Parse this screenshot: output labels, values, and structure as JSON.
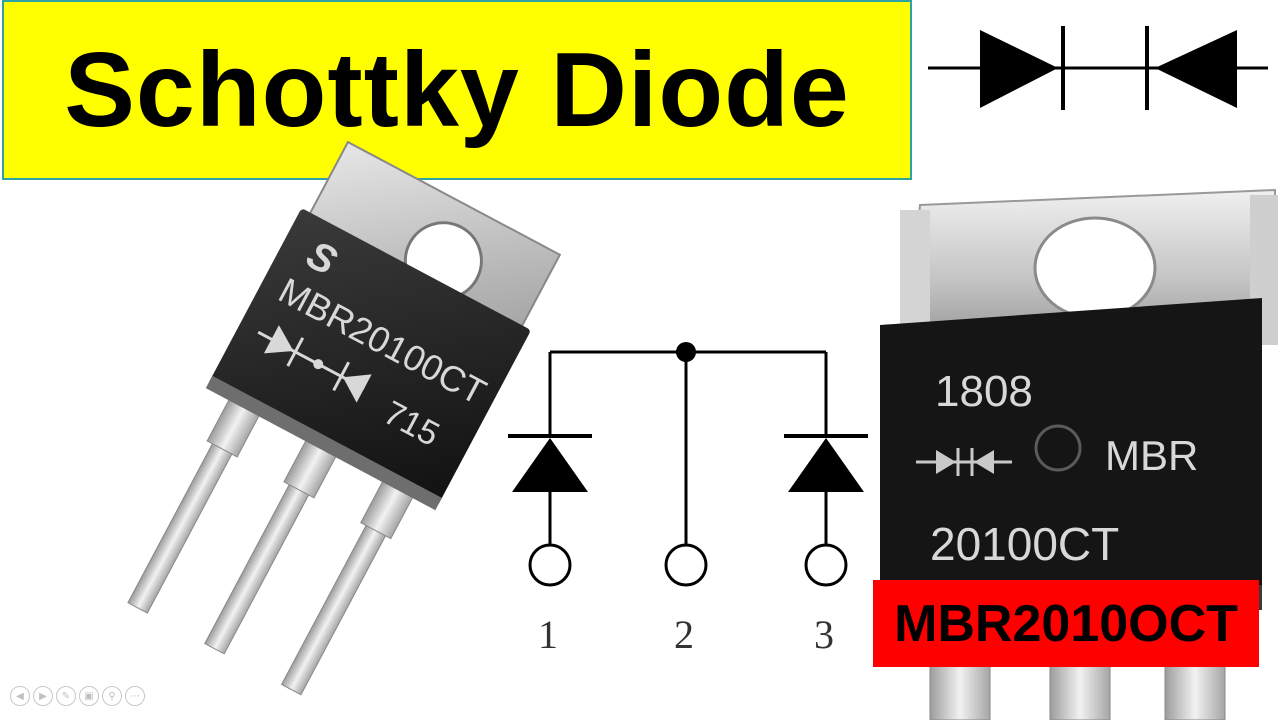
{
  "title": "Schottky Diode",
  "part_number_banner": "MBR2010OCT",
  "left_package": {
    "logo_glyph": "S",
    "marking_line1": "MBR20100CT",
    "marking_line2": "715"
  },
  "right_package": {
    "marking_line1": "1808",
    "marking_line2": "MBR",
    "marking_line3": "20100CT"
  },
  "schematic": {
    "pins": [
      "1",
      "2",
      "3"
    ]
  },
  "nav_icons": [
    "prev-icon",
    "next-icon",
    "pen-icon",
    "slides-icon",
    "zoom-icon",
    "more-icon"
  ],
  "colors": {
    "title_bg": "#ffff00",
    "title_border": "#2ea3a3",
    "banner_bg": "#ff0000"
  }
}
